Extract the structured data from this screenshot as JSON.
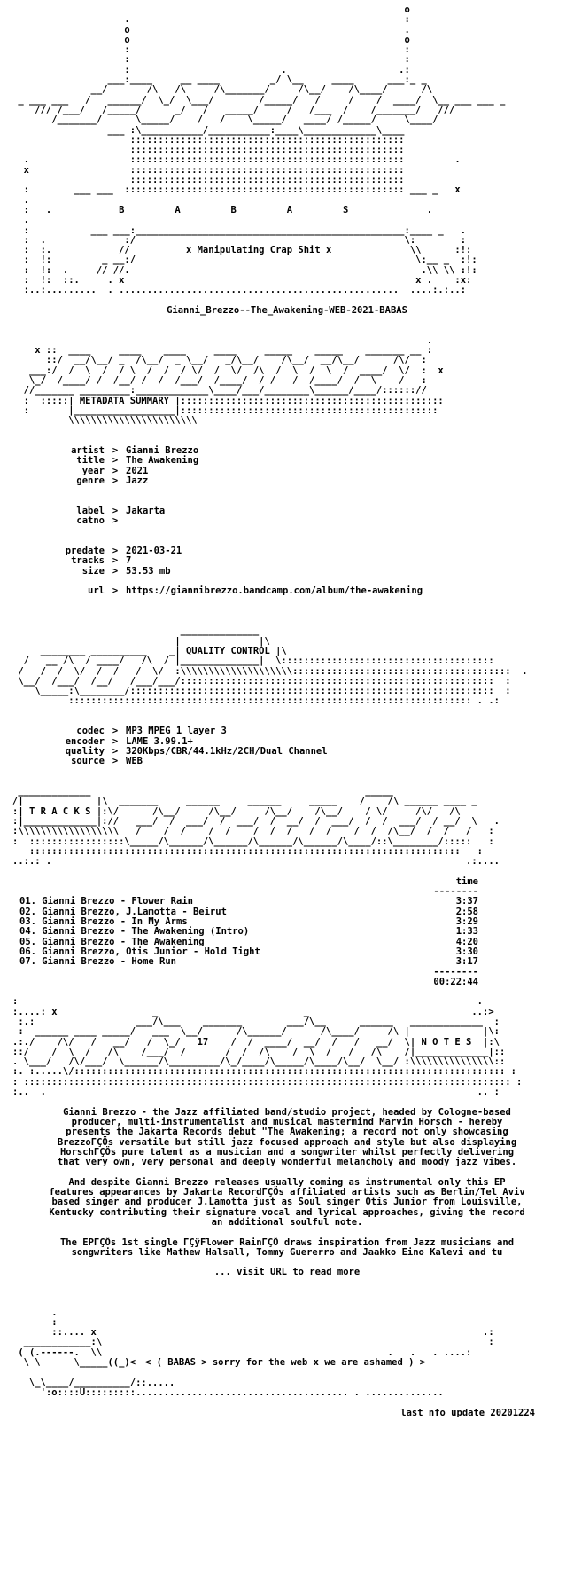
{
  "release_name": "Gianni_Brezzo--The_Awakening-WEB-2021-BABAS",
  "logo": {
    "letters": "B     A     B     A     S",
    "tagline": "x Manipulating Crap Shit x"
  },
  "sections": {
    "metadata": "METADATA SUMMARY",
    "quality": "QUALITY CONTROL",
    "tracks": "T R A C K S",
    "notes": "N O T E S"
  },
  "metadata": [
    {
      "key": "artist",
      "value": "Gianni Brezzo"
    },
    {
      "key": "title",
      "value": "The Awakening"
    },
    {
      "key": "year",
      "value": "2021"
    },
    {
      "key": "genre",
      "value": "Jazz"
    },
    {
      "key": "",
      "value": ""
    },
    {
      "key": "label",
      "value": "Jakarta"
    },
    {
      "key": "catno",
      "value": ""
    },
    {
      "key": "",
      "value": ""
    },
    {
      "key": "predate",
      "value": "2021-03-21"
    },
    {
      "key": "tracks",
      "value": "7"
    },
    {
      "key": "size",
      "value": "53.53 mb"
    },
    {
      "key": "",
      "value": ""
    },
    {
      "key": "url",
      "value": "https://giannibrezzo.bandcamp.com/album/the-awakening"
    }
  ],
  "quality": [
    {
      "key": "codec",
      "value": "MP3 MPEG 1 layer 3"
    },
    {
      "key": "encoder",
      "value": "LAME 3.99.1+"
    },
    {
      "key": "quality",
      "value": "320Kbps/CBR/44.1kHz/2CH/Dual Channel"
    },
    {
      "key": "source",
      "value": "WEB"
    }
  ],
  "tracklist": {
    "time_header": "time",
    "rule": "--------",
    "total": "00:22:44",
    "items": [
      {
        "title": "01. Gianni Brezzo - Flower Rain",
        "time": "3:37"
      },
      {
        "title": "02. Gianni Brezzo, J.Lamotta - Beirut",
        "time": "2:58"
      },
      {
        "title": "03. Gianni Brezzo - In My Arms",
        "time": "3:29"
      },
      {
        "title": "04. Gianni Brezzo - The Awakening (Intro)",
        "time": "1:33"
      },
      {
        "title": "05. Gianni Brezzo - The Awakening",
        "time": "4:20"
      },
      {
        "title": "06. Gianni Brezzo, Otis Junior - Hold Tight",
        "time": "3:30"
      },
      {
        "title": "07. Gianni Brezzo - Home Run",
        "time": "3:17"
      }
    ]
  },
  "notes": [
    "Gianni Brezzo - the Jazz affiliated band/studio project, headed by Cologne-based producer, multi-instrumentalist and musical mastermind Marvin Horsch - hereby presents the Jakarta Records debut \"The Awakening; a record not only showcasing BrezzoΓÇÖs versatile but still jazz focused approach and style but also displaying HorschΓÇÖs pure talent as a musician and a songwriter whilst perfectly delivering that very own, very personal and deeply wonderful melancholy and moody jazz vibes.",
    "And despite Gianni Brezzo releases usually coming as instrumental only this EP features appearances by Jakarta RecordΓÇÖs affiliated artists such as Berlin/Tel Aviv based singer and producer J.Lamotta just as Soul singer Otis Junior from Louisville, Kentucky contributing their signature vocal and lyrical approaches, giving the record an additional soulful note.",
    "The EPΓÇÖs 1st single ΓÇÿFlower RainΓÇÖ draws inspiration from Jazz musicians and songwriters like Mathew Halsall, Tommy Guererro and Jaakko Eino Kalevi and tu",
    "... visit URL to read more"
  ],
  "footer": {
    "tagline": "< ( BABAS > sorry for the web x we are ashamed ) >",
    "update": "last nfo update 20201224"
  }
}
